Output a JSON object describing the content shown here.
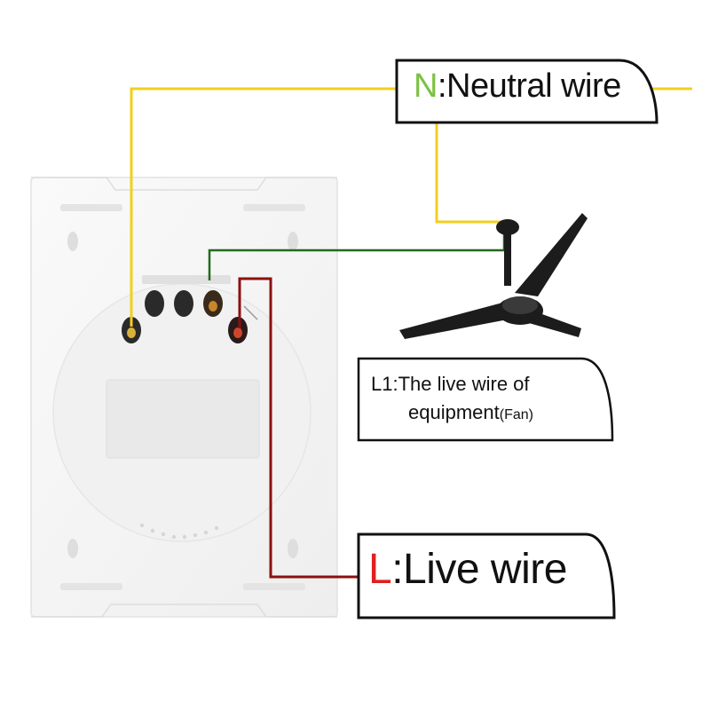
{
  "neutral_label": {
    "prefix": "N",
    "rest": ":Neutral wire"
  },
  "live_label": {
    "prefix": "L",
    "rest": ":Live wire"
  },
  "l1_label": {
    "line1": "L1:The live wire of",
    "line2_main": "equipment",
    "line2_small": "(Fan)"
  },
  "colors": {
    "neutral_wire": "#f2cf1f",
    "live_wire": "#8b1010",
    "load_wire": "#1f6b1f",
    "prefix_green": "#7cc242",
    "prefix_red": "#e02020",
    "switch_plate": "#f4f4f4"
  },
  "icons": [
    "ceiling-fan-icon",
    "terminal-screw-icon"
  ]
}
